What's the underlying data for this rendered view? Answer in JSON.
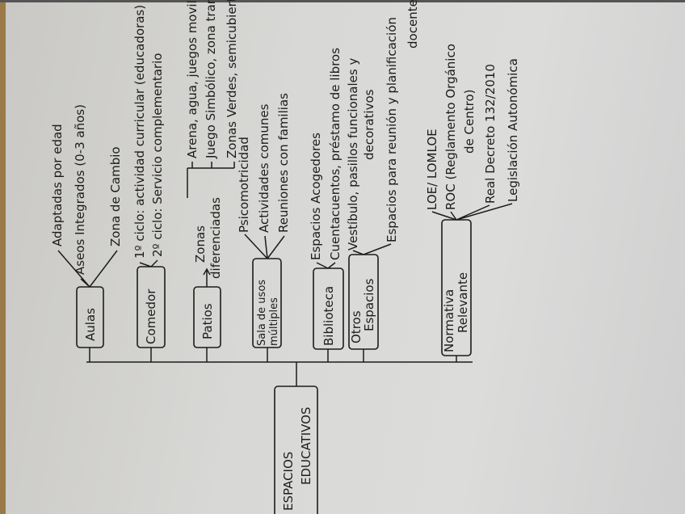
{
  "root": {
    "line1": "ESPACIOS",
    "line2": "EDUCATIVOS"
  },
  "nodes": {
    "aulas": {
      "label": "Aulas",
      "leaves": [
        "Adaptadas por edad",
        "Aseos Integrados (0-3 años)",
        "Zona de Cambio"
      ]
    },
    "comedor": {
      "label": "Comedor",
      "leaves": [
        "1º ciclo: actividad curricular (educadoras)",
        "2º ciclo: Servicio complementario"
      ]
    },
    "patios": {
      "label": "Patios",
      "sub_line1": "Zonas",
      "sub_line2": "diferenciadas",
      "leaves": [
        "Arena, agua, juegos moviles",
        "Juego Simbólico, zona tranquila",
        "Zonas Verdes, semicubiertas"
      ]
    },
    "sala": {
      "label_line1": "Sala de usos",
      "label_line2": "múltiples",
      "leaves": [
        "Psicomotricidad",
        "Actividades comunes",
        "Reuniones con familias"
      ]
    },
    "biblioteca": {
      "label": "Biblioteca",
      "leaves": [
        "Espacios Acogedores",
        "Cuentacuentos, préstamo de libros"
      ]
    },
    "otros": {
      "label_line1": "Otros",
      "label_line2": "Espacios",
      "leaf1_line1": "Vestíbulo, pasillos funcionales y",
      "leaf1_line2": "decorativos",
      "leaf2_line1": "Espacios para reunión y planificación",
      "leaf2_line2": "docente."
    },
    "normativa": {
      "label_line1": "Normativa",
      "label_line2": "Relevante",
      "leaf1": "LOE/ LOMLOE",
      "leaf2_line1": "ROC (Reglamento Orgánico",
      "leaf2_line2": "de Centro)",
      "leaf3": "Real Decreto 132/2010",
      "leaf4": "Legislación Autonómica"
    }
  }
}
